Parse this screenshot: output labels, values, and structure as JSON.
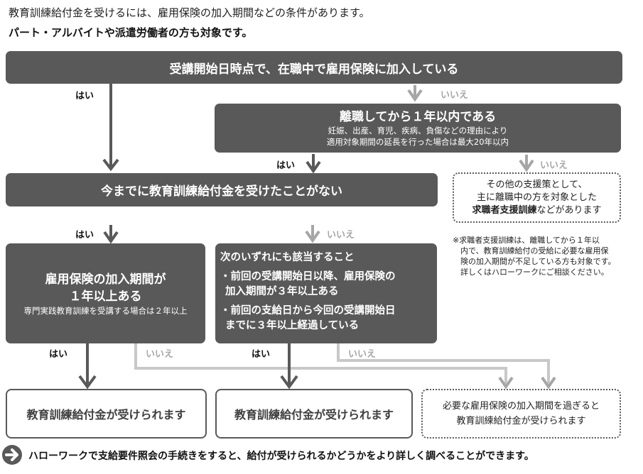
{
  "intro": {
    "line1": "教育訓練給付金を受けるには、雇用保険の加入期間などの条件があります。",
    "line2": "パート・アルバイトや派遣労働者の方も対象です。"
  },
  "labels": {
    "yes": "はい",
    "no": "いいえ"
  },
  "nodes": {
    "q1": {
      "title": "受講開始日時点で、在職中で雇用保険に加入している"
    },
    "q2": {
      "title": "離職してから１年以内である",
      "note_line1": "妊娠、出産、育児、疾病、負傷などの理由により",
      "note_line2": "適用対象期間の延長を行った場合は最大20年以内"
    },
    "other_support": {
      "line1": "その他の支援策として、",
      "line2": "主に離職中の方を対象とした",
      "line3_bold": "求職者支援訓練",
      "line3_rest": "などがあります"
    },
    "support_note": {
      "line1": "※求職者支援訓練は、離職してから１年以",
      "line2": "内で、教育訓練給付の受給に必要な雇用保",
      "line3": "険の加入期間が不足している方も対象です。",
      "line4": "詳しくはハローワークにご相談ください。"
    },
    "q3": {
      "title": "今までに教育訓練給付金を受けたことがない"
    },
    "q4": {
      "title_line1": "雇用保険の加入期間が",
      "title_line2": "１年以上ある",
      "note": "専門実践教育訓練を受講する場合は２年以上"
    },
    "q5": {
      "heading": "次のいずれにも該当すること",
      "bullet1_line1": "・前回の受講開始日以降、雇用保険の",
      "bullet1_line2": "加入期間が３年以上ある",
      "bullet2_line1": "・前回の支給日から今回の受講開始日",
      "bullet2_line2": "までに３年以上経過している"
    },
    "result1": {
      "text": "教育訓練給付金が受けられます"
    },
    "result2": {
      "text": "教育訓練給付金が受けられます"
    },
    "result3": {
      "line1": "必要な雇用保険の加入期間を過ぎると",
      "line2": "教育訓練給付金が受けられます"
    }
  },
  "footer": {
    "icon": "arrow-right-circle-icon",
    "text": "ハローワークで支給要件照会の手続きをすると、給付が受けられるかどうかをより詳しく調べることができます。"
  },
  "colors": {
    "dark_box": "#595959",
    "yes_arrow": "#595959",
    "no_arrow": "#a6a6a6"
  }
}
